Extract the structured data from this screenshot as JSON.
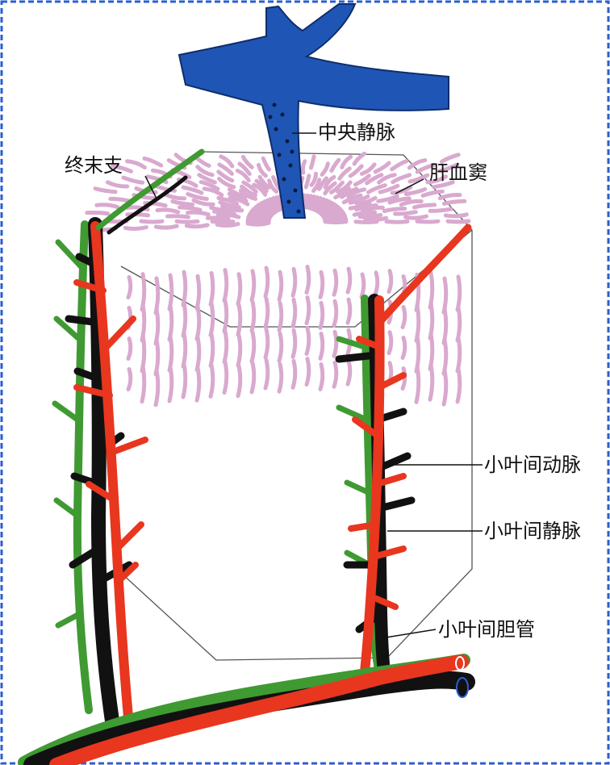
{
  "labels": {
    "central_vein": "中央静脉",
    "terminal_branch": "终末支",
    "hepatic_sinusoid": "肝血窦",
    "interlobular_artery": "小叶间动脉",
    "interlobular_vein": "小叶间静脉",
    "interlobular_bile_duct": "小叶间胆管"
  },
  "colors": {
    "central_vein": "#1f56b5",
    "artery": "#e8361f",
    "portal_vein": "#111111",
    "bile_duct": "#3f9a32",
    "sinusoid": "#d9a9cf",
    "frame_border": "#2a5fd0"
  }
}
